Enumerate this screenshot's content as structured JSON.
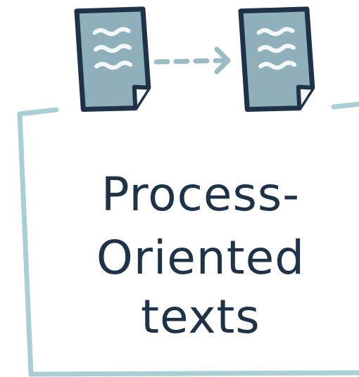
{
  "title_lines": [
    "Process-",
    "Oriented",
    "texts"
  ],
  "colors": {
    "ink": "#1e3348",
    "doc_fill": "#8fb0bb",
    "frame": "#a9cfd6",
    "arrow": "#9bbcc6",
    "scribble": "#f4f8f9"
  },
  "icons": [
    "document-icon",
    "dashed-arrow-icon",
    "document-icon"
  ]
}
